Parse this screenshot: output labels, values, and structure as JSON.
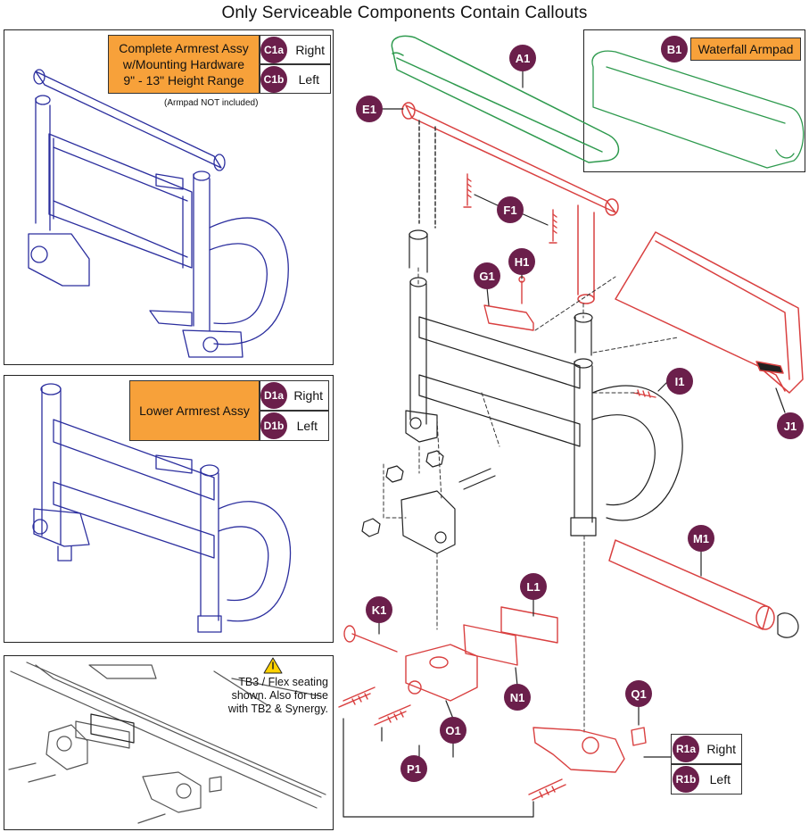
{
  "title": "Only Serviceable Components Contain Callouts",
  "assemblies": {
    "complete": {
      "label_line1": "Complete Armrest Assy",
      "label_line2": "w/Mounting Hardware",
      "label_line3": "9\" - 13\" Height Range",
      "right_code": "C1a",
      "right_label": "Right",
      "left_code": "C1b",
      "left_label": "Left",
      "note": "(Armpad NOT included)"
    },
    "lower": {
      "label": "Lower Armrest Assy",
      "right_code": "D1a",
      "right_label": "Right",
      "left_code": "D1b",
      "left_label": "Left"
    },
    "waterfall": {
      "code": "B1",
      "label": "Waterfall Armpad"
    },
    "bracket": {
      "right_code": "R1a",
      "right_label": "Right",
      "left_code": "R1b",
      "left_label": "Left"
    }
  },
  "seating_note": {
    "line1": "TB3 / Flex seating",
    "line2": "shown. Also for use",
    "line3": "with TB2 & Synergy."
  },
  "callouts": [
    "A1",
    "E1",
    "F1",
    "G1",
    "H1",
    "I1",
    "J1",
    "K1",
    "L1",
    "M1",
    "N1",
    "O1",
    "P1",
    "Q1"
  ],
  "colors": {
    "badge": "#6b1f4b",
    "orange": "#f7a13a",
    "armpad_green": "#2e9a4e",
    "part_red": "#d94040",
    "assy_blue": "#2b2e9e"
  }
}
